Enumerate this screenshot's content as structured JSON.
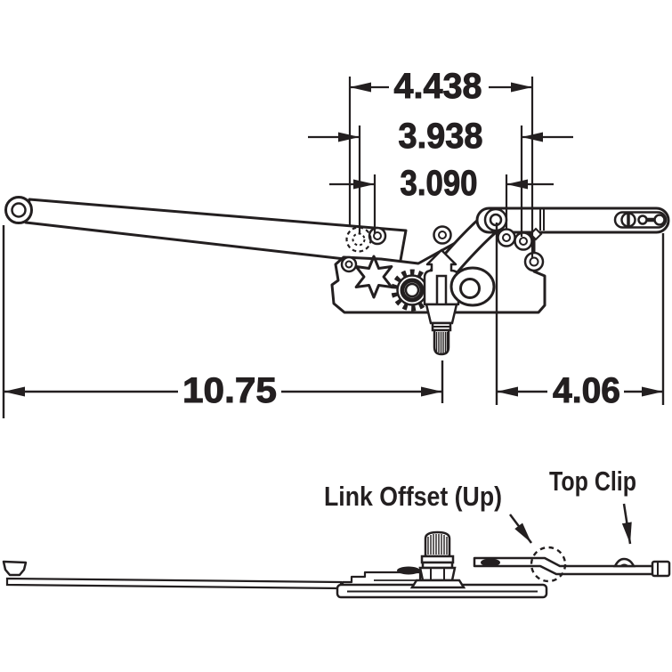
{
  "page": {
    "background": "#ffffff",
    "ink_color": "#231f20",
    "description_texts": {
      "dims": {
        "a": "4.438",
        "b": "3.938",
        "c": "3.090",
        "width": "10.75",
        "link": "4.06"
      },
      "callouts": {
        "link_offset": "Link Offset (Up)",
        "top_clip": "Top Clip"
      }
    }
  },
  "dims": {
    "a": "4.438",
    "b": "3.938",
    "c": "3.090",
    "width": "10.75",
    "link": "4.06"
  },
  "callouts": {
    "link_offset": "Link Offset (Up)",
    "top_clip": "Top Clip"
  }
}
